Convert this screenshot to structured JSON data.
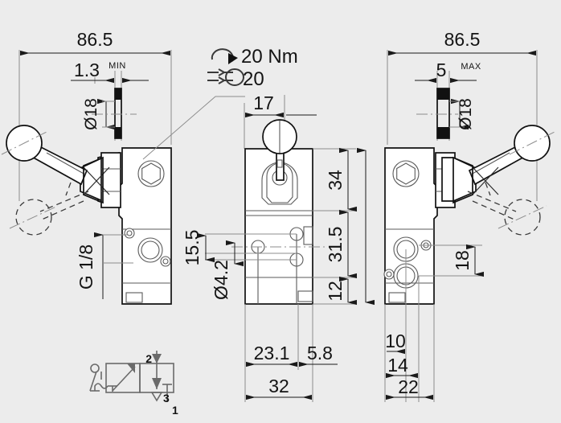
{
  "drawing": {
    "title": "Pneumatic hand lever valve dimensional drawing",
    "background_color": "#ececec",
    "line_color": "#111111"
  },
  "views": {
    "left": {
      "name": "left-side-view",
      "top_dimension": "86.5",
      "detail_dimension": "1.3",
      "detail_modifier": "MIN",
      "bore_dimension": "Ø18",
      "thread_label": "G 1/8"
    },
    "middle": {
      "name": "front-view",
      "top_dimension": "17",
      "right_dims": [
        "34",
        "31.5",
        "12"
      ],
      "left_dims": [
        "15.5",
        "Ø4.2"
      ],
      "bottom_dims": [
        "23.1",
        "5.8",
        "32"
      ]
    },
    "right": {
      "name": "right-side-view",
      "top_dimension": "86.5",
      "detail_dimension": "5",
      "detail_modifier": "MAX",
      "bore_dimension": "Ø18",
      "right_dim": "18",
      "bottom_dims": [
        "10",
        "14",
        "22"
      ]
    }
  },
  "notes": {
    "torque_icon": "torque-arrow-icon",
    "torque_value": "20 Nm",
    "wrench_icon": "wrench-icon",
    "wrench_value": "20"
  },
  "schematic": {
    "name": "valve-schematic-3-2-way",
    "ports": [
      {
        "label": "2",
        "position": "top"
      },
      {
        "label": "3",
        "position": "bottom-exhaust"
      },
      {
        "label": "1",
        "position": "bottom-supply"
      }
    ],
    "actuator": "hand-lever",
    "return": "spring-return"
  }
}
